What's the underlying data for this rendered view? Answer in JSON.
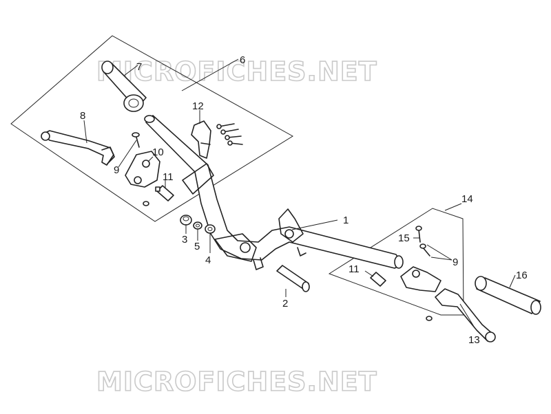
{
  "watermark": {
    "top_text": "MICROFICHES.NET",
    "bottom_text": "MICROFICHES.NET"
  },
  "callouts": [
    {
      "id": "c1",
      "label": "1"
    },
    {
      "id": "c2",
      "label": "2"
    },
    {
      "id": "c3",
      "label": "3"
    },
    {
      "id": "c4",
      "label": "4"
    },
    {
      "id": "c5",
      "label": "5"
    },
    {
      "id": "c6",
      "label": "6"
    },
    {
      "id": "c7",
      "label": "7"
    },
    {
      "id": "c8",
      "label": "8"
    },
    {
      "id": "c9a",
      "label": "9"
    },
    {
      "id": "c9b",
      "label": "9"
    },
    {
      "id": "c10",
      "label": "10"
    },
    {
      "id": "c11a",
      "label": "11"
    },
    {
      "id": "c11b",
      "label": "11"
    },
    {
      "id": "c12",
      "label": "12"
    },
    {
      "id": "c13",
      "label": "13"
    },
    {
      "id": "c14",
      "label": "14"
    },
    {
      "id": "c15",
      "label": "15"
    },
    {
      "id": "c16",
      "label": "16"
    }
  ]
}
